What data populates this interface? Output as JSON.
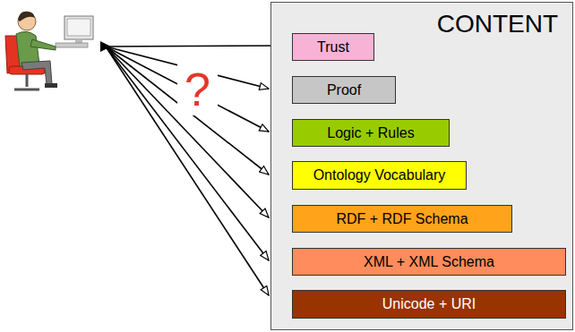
{
  "diagram": {
    "nodes": [
      {
        "text": [
          "CONTENT"
        ]
      },
      {
        "text": [
          "Trust"
        ],
        "in": 0
      },
      {
        "text": [
          "Proof"
        ],
        "in": 0
      },
      {
        "text": [
          "Logic + Rules"
        ],
        "in": 0
      },
      {
        "text": [
          "Ontology Vocabulary"
        ],
        "in": 0
      },
      {
        "text": [
          "RDF + RDF Schema"
        ],
        "in": 0
      },
      {
        "text": [
          "XML + XML Schema"
        ],
        "in": 0
      },
      {
        "text": [
          "Unicode + URI"
        ],
        "in": 0
      }
    ],
    "labels": [
      "?"
    ]
  }
}
